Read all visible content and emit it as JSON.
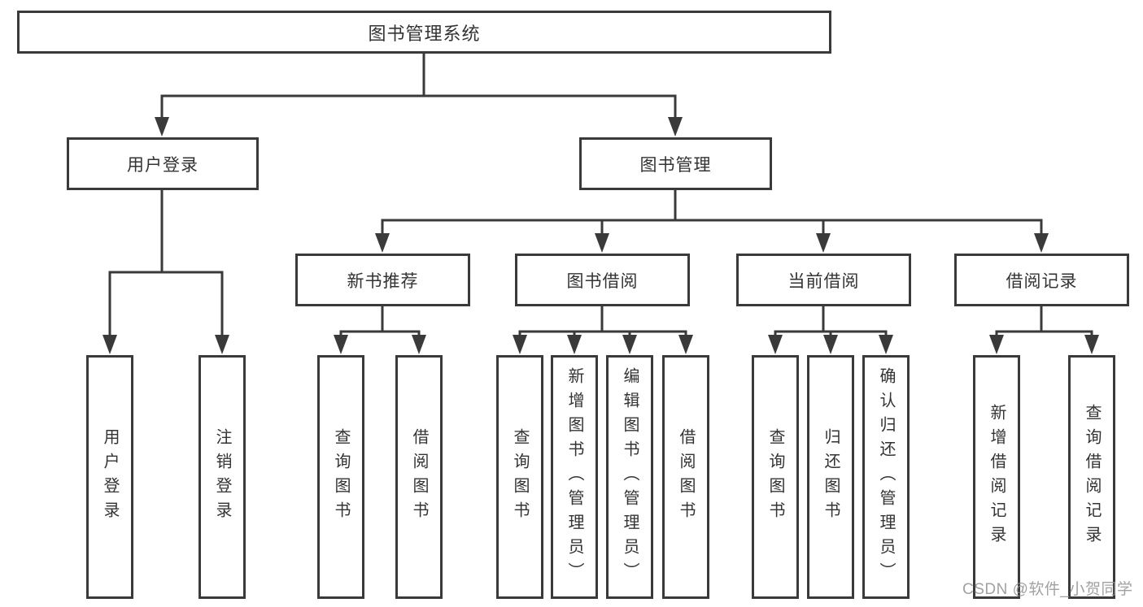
{
  "tree": {
    "label": "图书管理系统",
    "children": [
      {
        "label": "用户登录",
        "children": [
          {
            "label": "用户登录"
          },
          {
            "label": "注销登录"
          }
        ]
      },
      {
        "label": "图书管理",
        "children": [
          {
            "label": "新书推荐",
            "children": [
              {
                "label": "查询图书"
              },
              {
                "label": "借阅图书"
              }
            ]
          },
          {
            "label": "图书借阅",
            "children": [
              {
                "label": "查询图书"
              },
              {
                "label": "新增图书（管理员）"
              },
              {
                "label": "编辑图书（管理员）"
              },
              {
                "label": "借阅图书"
              }
            ]
          },
          {
            "label": "当前借阅",
            "children": [
              {
                "label": "查询图书"
              },
              {
                "label": "归还图书"
              },
              {
                "label": "确认归还（管理员）"
              }
            ]
          },
          {
            "label": "借阅记录",
            "children": [
              {
                "label": "新增借阅记录"
              },
              {
                "label": "查询借阅记录"
              }
            ]
          }
        ]
      }
    ]
  },
  "watermark": {
    "text": "CSDN @软件_小贺同学"
  },
  "colors": {
    "line": "#3a3a3a",
    "text": "#333333",
    "watermark": "#919191",
    "background": "#ffffff"
  }
}
